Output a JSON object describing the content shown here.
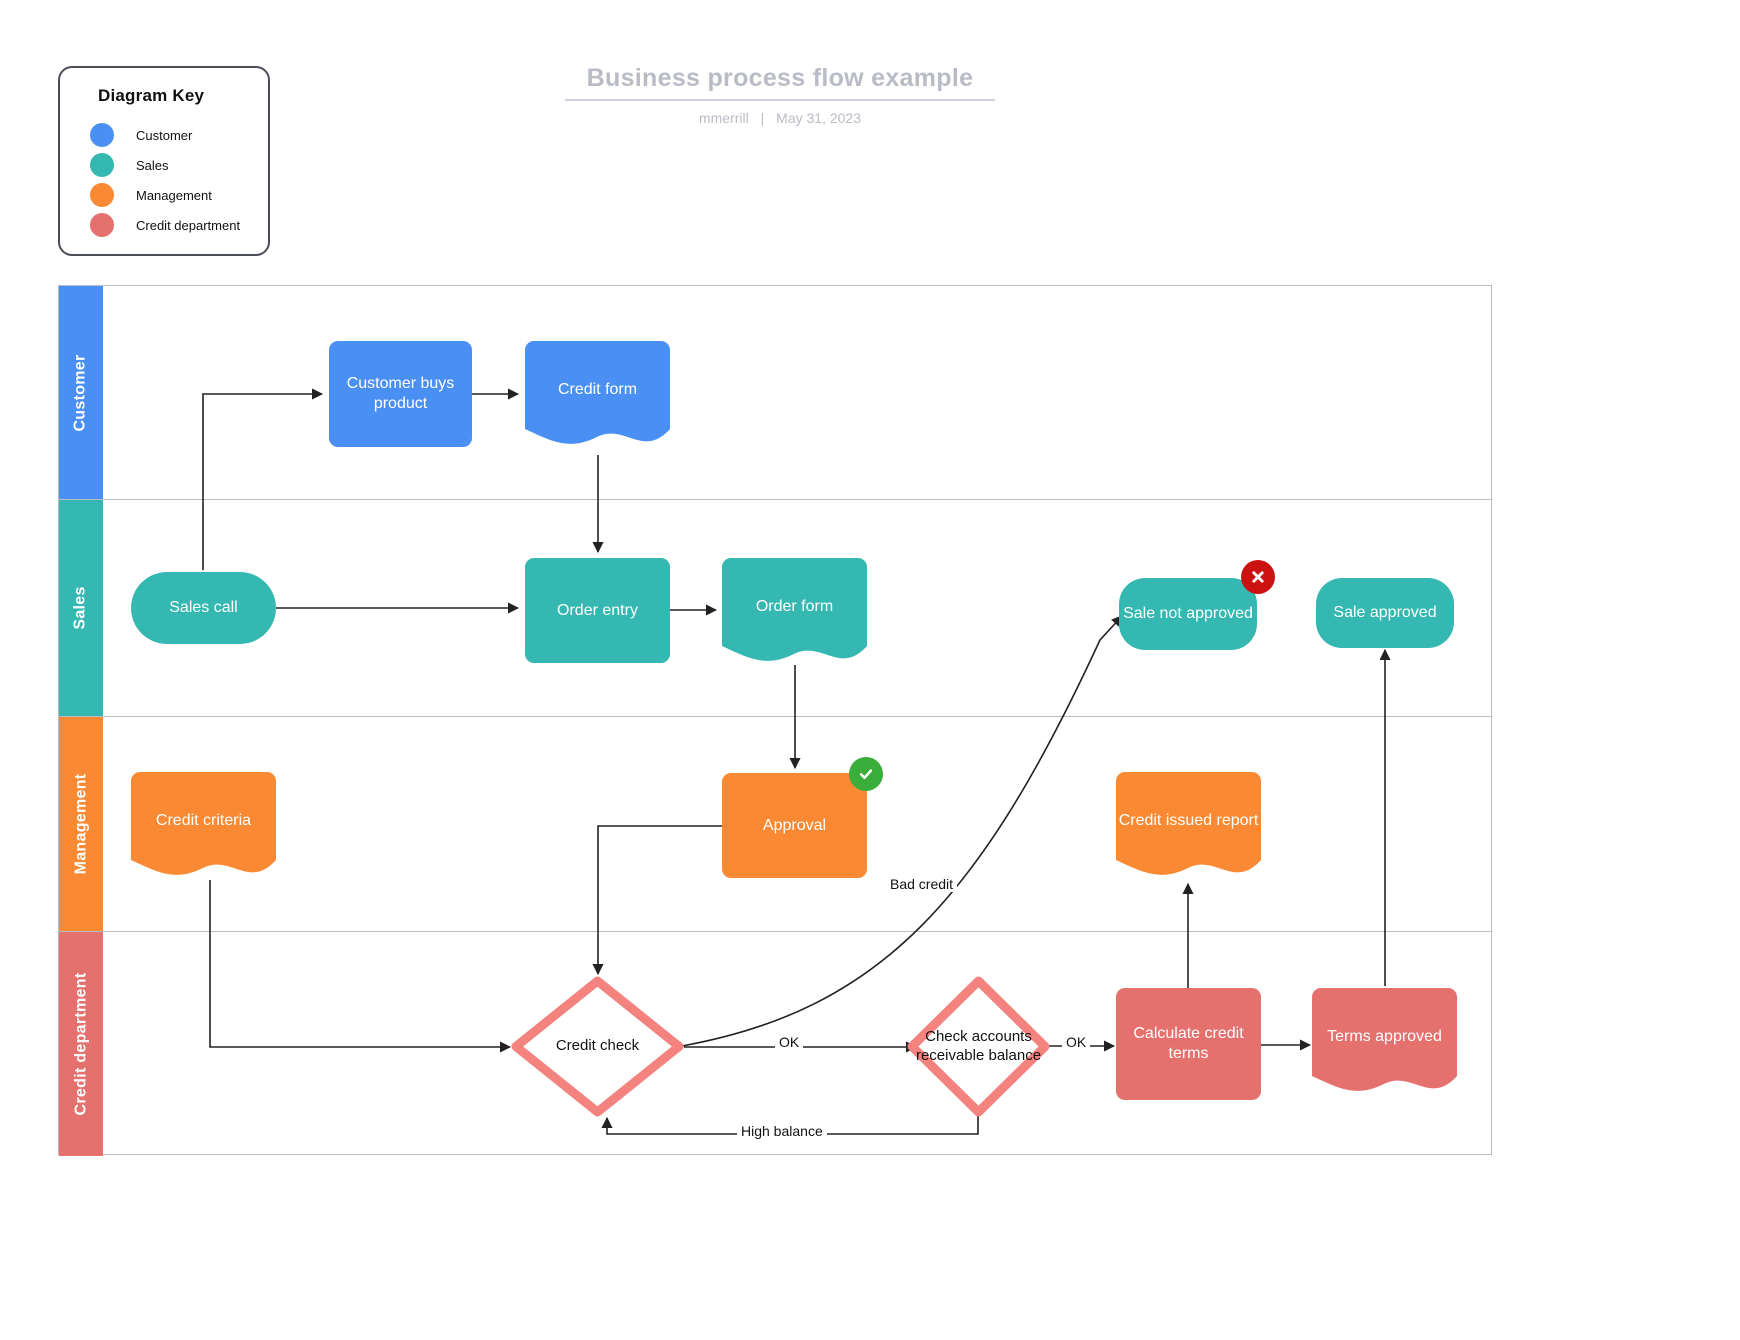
{
  "header": {
    "title": "Business process flow example",
    "author": "mmerrill",
    "separator": "|",
    "date": "May 31, 2023"
  },
  "legend": {
    "title": "Diagram Key",
    "items": [
      {
        "label": "Customer",
        "color": "#4a90f4"
      },
      {
        "label": "Sales",
        "color": "#35b8b2"
      },
      {
        "label": "Management",
        "color": "#f98a33"
      },
      {
        "label": "Credit department",
        "color": "#e5716f"
      }
    ]
  },
  "lanes": [
    {
      "name": "Customer",
      "color": "#4a90f4"
    },
    {
      "name": "Sales",
      "color": "#35b8b2"
    },
    {
      "name": "Management",
      "color": "#f98a33"
    },
    {
      "name": "Credit department",
      "color": "#e5716f"
    }
  ],
  "nodes": {
    "customer_buys_product": {
      "label": "Customer buys product",
      "shape": "process",
      "lane": "Customer"
    },
    "credit_form": {
      "label": "Credit form",
      "shape": "document",
      "lane": "Customer"
    },
    "sales_call": {
      "label": "Sales call",
      "shape": "pill",
      "lane": "Sales"
    },
    "order_entry": {
      "label": "Order entry",
      "shape": "process",
      "lane": "Sales"
    },
    "order_form": {
      "label": "Order form",
      "shape": "document",
      "lane": "Sales"
    },
    "sale_not_approved": {
      "label": "Sale not approved",
      "shape": "terminator",
      "lane": "Sales",
      "badge": "error"
    },
    "sale_approved": {
      "label": "Sale approved",
      "shape": "terminator",
      "lane": "Sales"
    },
    "credit_criteria": {
      "label": "Credit criteria",
      "shape": "document",
      "lane": "Management"
    },
    "approval": {
      "label": "Approval",
      "shape": "process",
      "lane": "Management",
      "badge": "success"
    },
    "credit_issued_report": {
      "label": "Credit issued report",
      "shape": "document",
      "lane": "Management"
    },
    "credit_check": {
      "label": "Credit check",
      "shape": "decision",
      "lane": "Credit department"
    },
    "check_ar_balance": {
      "label": "Check accounts receivable balance",
      "shape": "decision",
      "lane": "Credit department"
    },
    "calculate_credit_terms": {
      "label": "Calculate credit terms",
      "shape": "process",
      "lane": "Credit department"
    },
    "terms_approved": {
      "label": "Terms approved",
      "shape": "document",
      "lane": "Credit department"
    }
  },
  "edge_labels": {
    "bad_credit": "Bad credit",
    "ok_first": "OK",
    "ok_second": "OK",
    "high_balance": "High balance"
  },
  "badges": {
    "success": {
      "name": "check-circle-icon",
      "color": "#3aad3a"
    },
    "error": {
      "name": "x-circle-icon",
      "color": "#cc1111"
    }
  }
}
